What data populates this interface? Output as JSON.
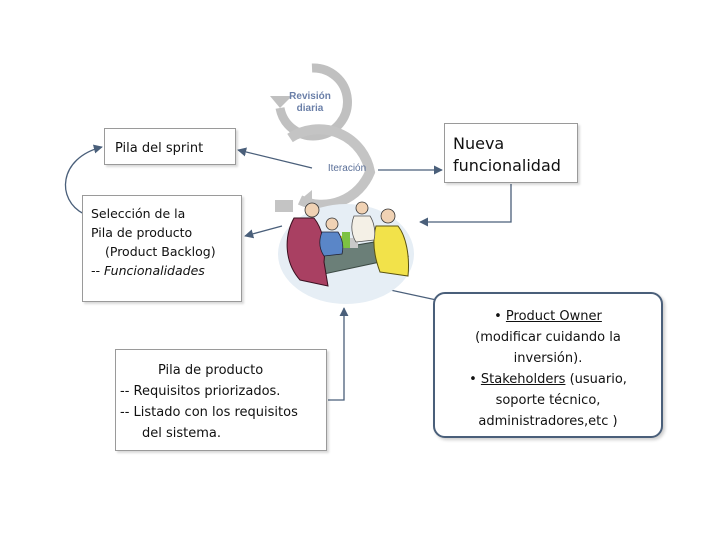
{
  "cycle": {
    "revision_line1": "Revisión",
    "revision_line2": "diaria",
    "iteracion": "Iteración"
  },
  "boxes": {
    "sprint_backlog": "Pila del sprint",
    "seleccion": {
      "line1": "Selección de la",
      "line2": "Pila de producto",
      "line3": "(Product Backlog)",
      "line4": "-- Funcionalidades"
    },
    "nueva": {
      "line1": "Nueva",
      "line2": "funcionalidad"
    },
    "pila_producto": {
      "line1": "Pila de producto",
      "line2": "-- Requisitos priorizados.",
      "line3": "-- Listado con los requisitos",
      "line4": "del sistema."
    },
    "roles": {
      "bullet1_prefix": "• ",
      "product_owner": "Product Owner",
      "line2": "(modificar cuidando la",
      "line3": "inversión).",
      "bullet2_prefix": "• ",
      "stakeholders": "Stakeholders",
      "stakeholders_suffix": " (usuario,",
      "line5": "soporte técnico,",
      "line6": "administradores,etc )"
    }
  },
  "colors": {
    "connector": "#4a5f7a",
    "cycle_arrow": "#b8b8b8",
    "cycle_text": "#6a7fa8"
  }
}
